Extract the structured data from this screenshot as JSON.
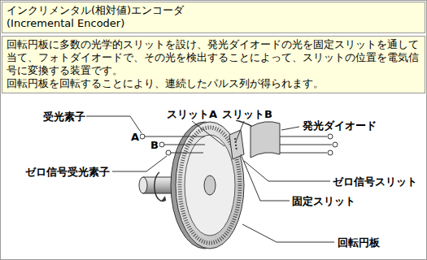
{
  "diagram": {
    "nodes": [
      {
        "text": [
          "インクリメンタル(相対値)エンコーダ",
          "(Incremental Encoder)"
        ]
      },
      {
        "text": [
          "回転円板に多数の光学的スリットを設け、発光ダイオードの光を固定スリットを通して当て、フォトダイオードで、その光を検出することによって、スリットの位置を電気信号に変換する装置です。",
          "回転円板を回転することにより、連続したパルス列が得られます。"
        ]
      }
    ],
    "labels": [
      "受光素子",
      "スリットA",
      "スリットB",
      "発光ダイオード",
      "A",
      "B",
      "ゼロ信号受光素子",
      "ゼロ信号スリット",
      "固定スリット",
      "回転円板"
    ]
  }
}
